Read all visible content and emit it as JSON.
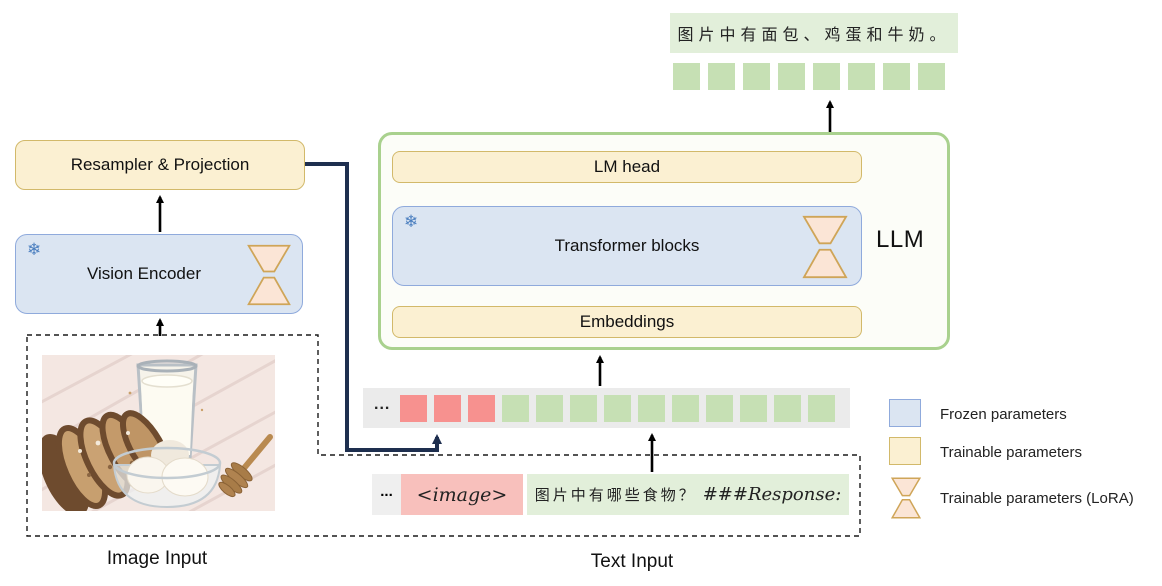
{
  "output": {
    "caption": "图片中有面包、鸡蛋和牛奶。",
    "tokens": [
      "green",
      "green",
      "green",
      "green",
      "green",
      "green",
      "green",
      "green"
    ]
  },
  "llm_module": {
    "label": "LLM",
    "lm_head": "LM head",
    "transformer": "Transformer blocks",
    "embeddings": "Embeddings"
  },
  "vision_module": {
    "resampler": "Resampler & Projection",
    "encoder": "Vision Encoder"
  },
  "token_bar": {
    "ellipsis": "...",
    "sequence": [
      "red",
      "red",
      "red",
      "green",
      "green",
      "green",
      "green",
      "green",
      "green",
      "green",
      "green",
      "green",
      "green"
    ]
  },
  "input_bar": {
    "ellipsis": "...",
    "image_tag": "<image>",
    "prompt_cn": "图片中有哪些食物？",
    "prompt_en": "###Response:"
  },
  "section_labels": {
    "image_input": "Image Input",
    "text_input": "Text Input"
  },
  "legend": {
    "items": [
      {
        "label": "Frozen parameters"
      },
      {
        "label": "Trainable parameters"
      },
      {
        "label": "Trainable parameters (LoRA)"
      }
    ]
  },
  "icons": {
    "snowflake": "❄"
  },
  "colors": {
    "frozen_fill": "#dbe5f2",
    "frozen_border": "#8faadc",
    "trainable_fill": "#fbf0d2",
    "trainable_border": "#d2b96a",
    "llm_border": "#a9d18e",
    "green_token": "#c6e0b4",
    "red_token": "#f7918f",
    "image_tag_bg": "#f8c0bc",
    "prompt_bg": "#e2efda",
    "bar_bg": "#ebebeb",
    "connector_navy": "#1e2f4f",
    "lora_fill": "#fbe5d6",
    "lora_border": "#cfa558"
  }
}
